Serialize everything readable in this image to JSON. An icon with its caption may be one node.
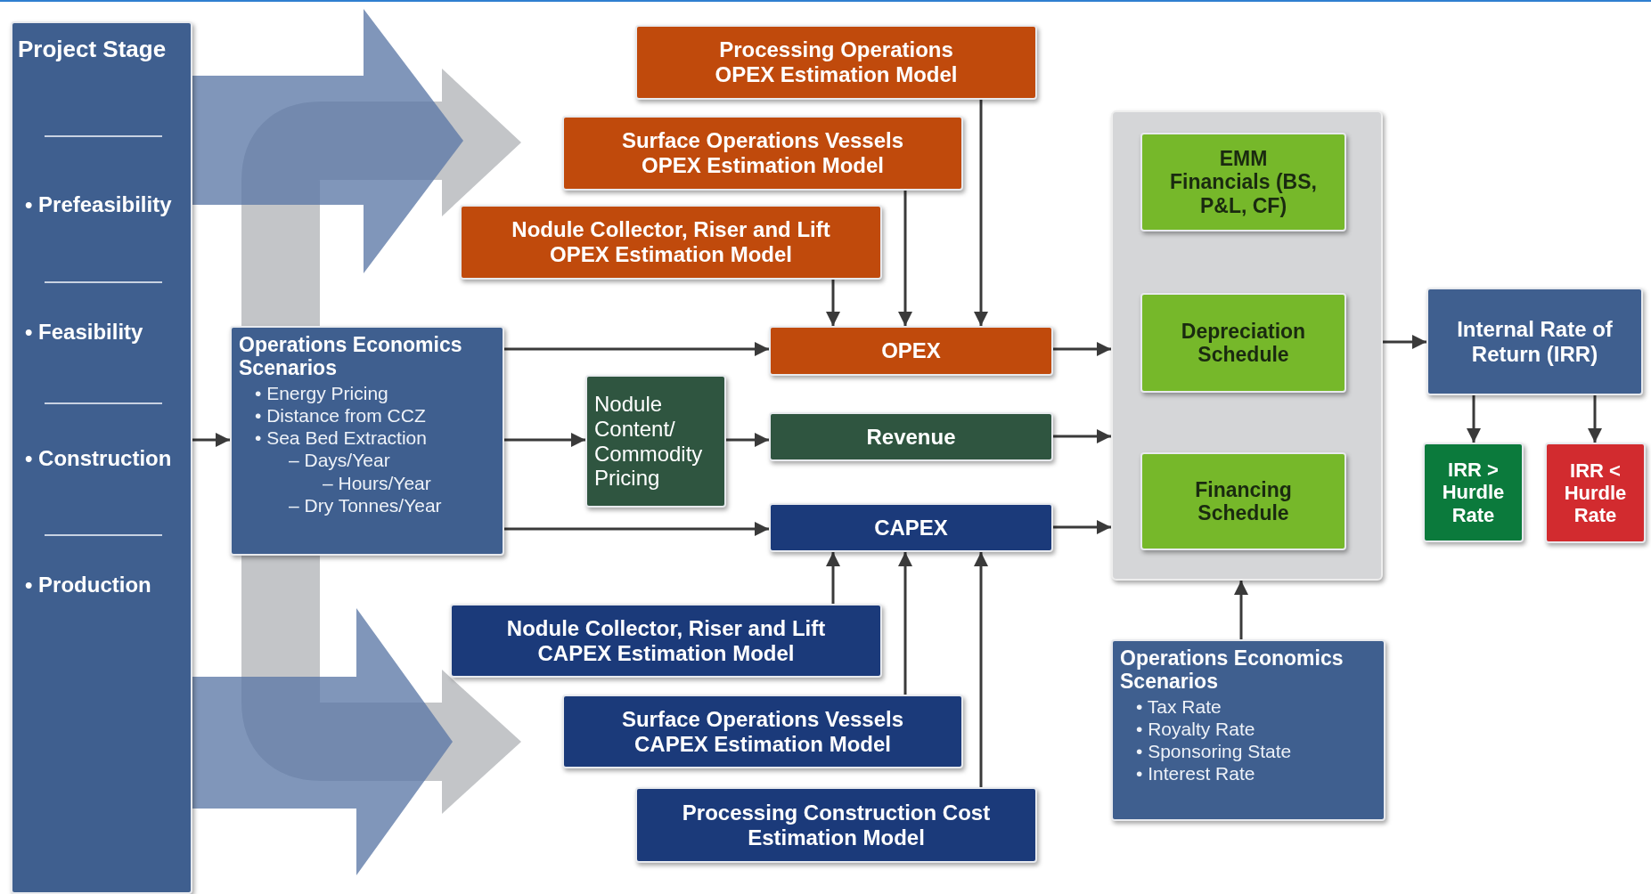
{
  "diagram": {
    "nodes": [
      {
        "text": [
          "Project Stage",
          "• Prefeasibility",
          "• Feasibility",
          "• Construction",
          "• Production"
        ]
      },
      {
        "text": [
          "Processing Operations OPEX Estimation Model"
        ]
      },
      {
        "text": [
          "Surface Operations Vessels OPEX Estimation Model"
        ]
      },
      {
        "text": [
          "Nodule Collector, Riser and Lift OPEX Estimation Model"
        ]
      },
      {
        "text": [
          "Operations Economics Scenarios",
          "• Energy Pricing",
          "• Distance from CCZ",
          "• Sea Bed Extraction",
          "– Days/Year",
          "– Hours/Year",
          "– Dry Tonnes/Year"
        ]
      },
      {
        "text": [
          "OPEX"
        ]
      },
      {
        "text": [
          "Nodule Content/ Commodity Pricing"
        ]
      },
      {
        "text": [
          "Revenue"
        ]
      },
      {
        "text": [
          "CAPEX"
        ]
      },
      {
        "text": [
          "Nodule Collector, Riser and Lift CAPEX Estimation Model"
        ]
      },
      {
        "text": [
          "Surface Operations Vessels CAPEX Estimation Model"
        ]
      },
      {
        "text": [
          "Processing Construction Cost Estimation Model"
        ]
      },
      {
        "text": [],
        "shape": "box"
      },
      {
        "text": [
          "EMM Financials (BS, P&L, CF)"
        ],
        "in": 12
      },
      {
        "text": [
          "Depreciation Schedule"
        ],
        "in": 12
      },
      {
        "text": [
          "Financing Schedule"
        ],
        "in": 12
      },
      {
        "text": [
          "Operations Economics Scenarios",
          "• Tax Rate",
          "• Royalty Rate",
          "• Sponsoring State",
          "• Interest Rate"
        ]
      },
      {
        "text": [
          "Internal Rate of Return (IRR)"
        ]
      },
      {
        "text": [
          "IRR > Hurdle Rate"
        ]
      },
      {
        "text": [
          "IRR < Hurdle Rate"
        ]
      }
    ],
    "edges": [
      {
        "from": 0,
        "to": 4,
        "arrow": "to"
      },
      {
        "from": 1,
        "to": 5,
        "arrow": "to"
      },
      {
        "from": 2,
        "to": 5,
        "arrow": "to"
      },
      {
        "from": 3,
        "to": 5,
        "arrow": "to"
      },
      {
        "from": 4,
        "to": 5,
        "arrow": "to"
      },
      {
        "from": 4,
        "to": 6,
        "arrow": "to"
      },
      {
        "from": 6,
        "to": 7,
        "arrow": "to"
      },
      {
        "from": 4,
        "to": 8,
        "arrow": "to"
      },
      {
        "from": 9,
        "to": 8,
        "arrow": "to"
      },
      {
        "from": 10,
        "to": 8,
        "arrow": "to"
      },
      {
        "from": 11,
        "to": 8,
        "arrow": "to"
      },
      {
        "from": 5,
        "to": 12,
        "arrow": "to"
      },
      {
        "from": 7,
        "to": 12,
        "arrow": "to"
      },
      {
        "from": 8,
        "to": 12,
        "arrow": "to"
      },
      {
        "from": 16,
        "to": 12,
        "arrow": "to"
      },
      {
        "from": 12,
        "to": 17,
        "arrow": "to"
      },
      {
        "from": 17,
        "to": 18,
        "arrow": "to"
      },
      {
        "from": 17,
        "to": 19,
        "arrow": "to"
      }
    ]
  }
}
